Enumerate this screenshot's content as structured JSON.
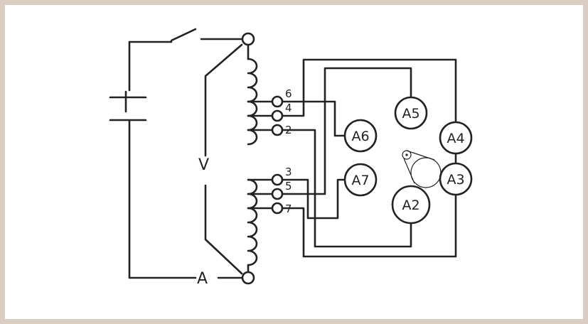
{
  "diagram": {
    "labels": {
      "voltmeter": "V",
      "ammeter": "A"
    },
    "taps": [
      "6",
      "4",
      "2",
      "3",
      "5",
      "7"
    ],
    "meters": [
      "A5",
      "A6",
      "A4",
      "A7",
      "A3",
      "A2"
    ],
    "colors": {
      "frame": "#d9cdc1",
      "background": "#ffffff",
      "line": "#222222"
    }
  }
}
